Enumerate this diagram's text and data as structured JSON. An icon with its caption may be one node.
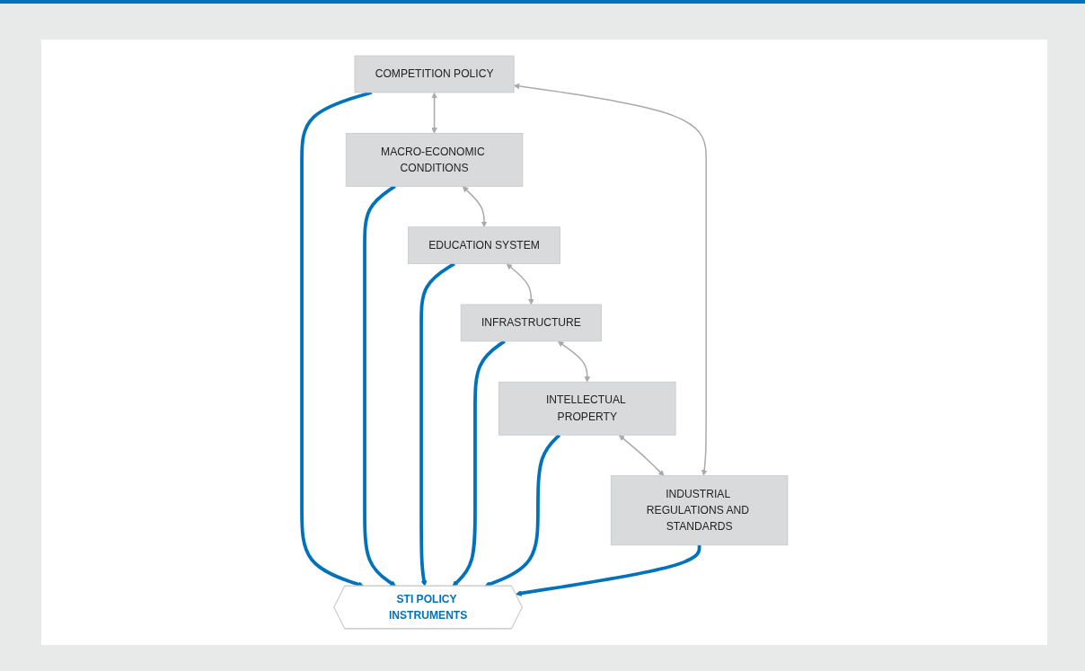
{
  "diagram": {
    "nodes": [
      {
        "text": [
          "COMPETITION POLICY"
        ]
      },
      {
        "text": [
          "MACRO-ECONOMIC CONDITIONS"
        ]
      },
      {
        "text": [
          "EDUCATION SYSTEM"
        ]
      },
      {
        "text": [
          "INFRASTRUCTURE"
        ]
      },
      {
        "text": [
          "INTELLECTUAL PROPERTY"
        ]
      },
      {
        "text": [
          "INDUSTRIAL REGULATIONS AND STANDARDS"
        ]
      },
      {
        "text": [
          "STI POLICY INSTRUMENTS"
        ]
      }
    ],
    "edges": [
      {
        "from": 0,
        "to": 1,
        "arrow": "both"
      },
      {
        "from": 1,
        "to": 2,
        "arrow": "both"
      },
      {
        "from": 2,
        "to": 3,
        "arrow": "both"
      },
      {
        "from": 3,
        "to": 4,
        "arrow": "both"
      },
      {
        "from": 4,
        "to": 5,
        "arrow": "both"
      },
      {
        "from": 5,
        "to": 0,
        "arrow": "both"
      },
      {
        "from": 0,
        "to": 6,
        "arrow": "to",
        "style": "thick",
        "color": "#0072bc"
      },
      {
        "from": 1,
        "to": 6,
        "arrow": "to",
        "style": "thick",
        "color": "#0072bc"
      },
      {
        "from": 2,
        "to": 6,
        "arrow": "to",
        "style": "thick",
        "color": "#0072bc"
      },
      {
        "from": 3,
        "to": 6,
        "arrow": "to",
        "style": "thick",
        "color": "#0072bc"
      },
      {
        "from": 4,
        "to": 6,
        "arrow": "to",
        "style": "thick",
        "color": "#0072bc"
      },
      {
        "from": 5,
        "to": 6,
        "arrow": "to",
        "style": "thick",
        "color": "#0072bc"
      }
    ]
  }
}
